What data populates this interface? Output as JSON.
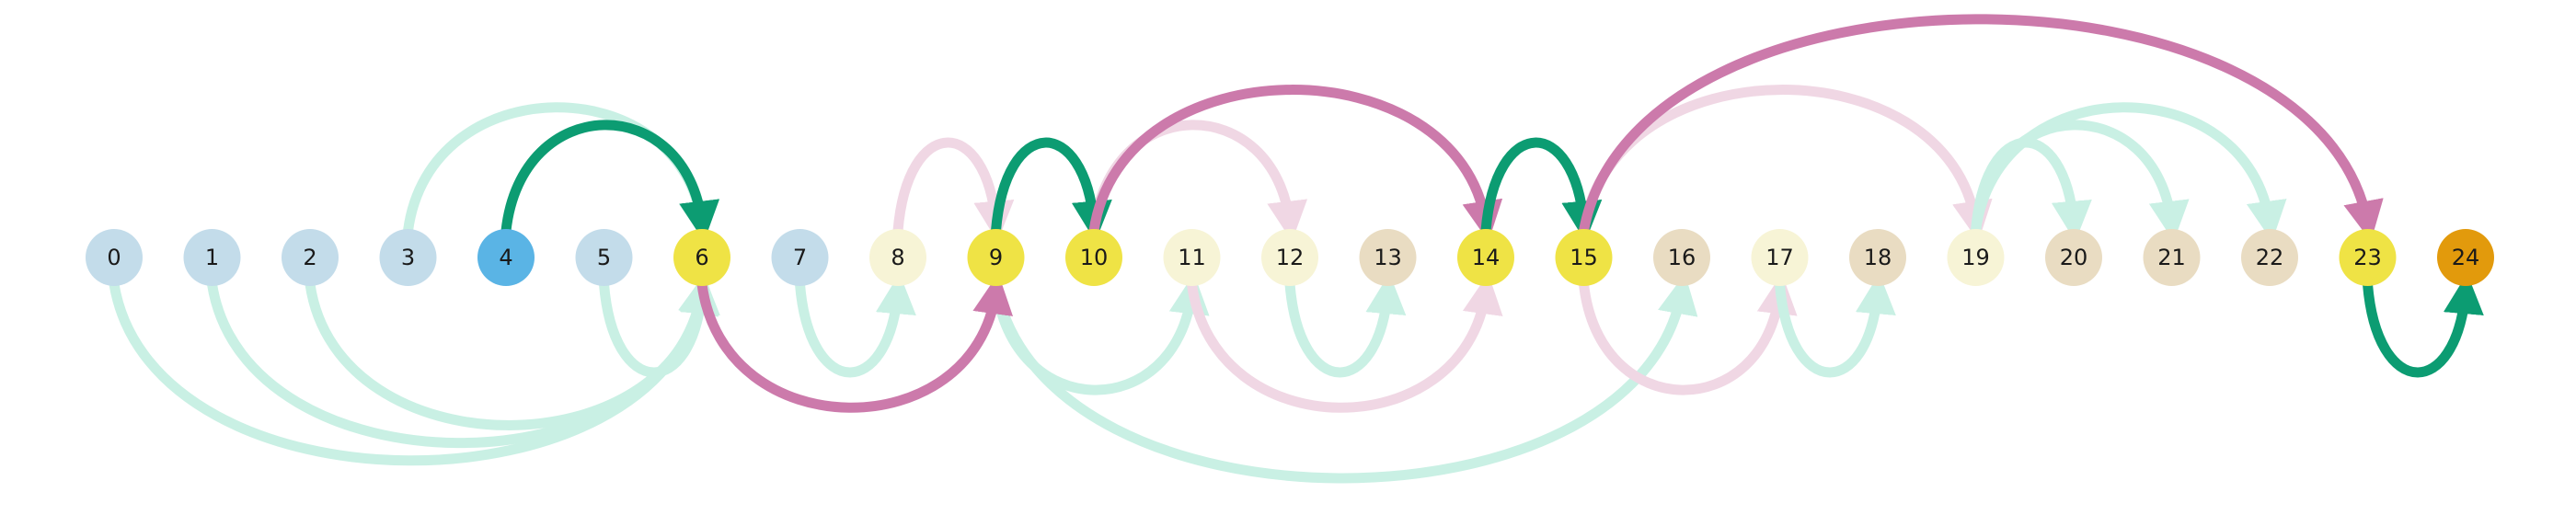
{
  "colors": {
    "node_light_blue": "#c3dcea",
    "node_blue": "#5ab4e5",
    "node_yellow": "#efe345",
    "node_cream": "#f7f4d6",
    "node_tan": "#e9dcc2",
    "node_orange": "#e29a0c",
    "arc_light_green": "#c9f0e4",
    "arc_green": "#0c9c72",
    "arc_pink": "#cc7aab",
    "arc_light_pink": "#f0d7e4"
  },
  "nodes": [
    {
      "label": "0",
      "fill": "node_light_blue"
    },
    {
      "label": "1",
      "fill": "node_light_blue"
    },
    {
      "label": "2",
      "fill": "node_light_blue"
    },
    {
      "label": "3",
      "fill": "node_light_blue"
    },
    {
      "label": "4",
      "fill": "node_blue"
    },
    {
      "label": "5",
      "fill": "node_light_blue"
    },
    {
      "label": "6",
      "fill": "node_yellow"
    },
    {
      "label": "7",
      "fill": "node_light_blue"
    },
    {
      "label": "8",
      "fill": "node_cream"
    },
    {
      "label": "9",
      "fill": "node_yellow"
    },
    {
      "label": "10",
      "fill": "node_yellow"
    },
    {
      "label": "11",
      "fill": "node_cream"
    },
    {
      "label": "12",
      "fill": "node_cream"
    },
    {
      "label": "13",
      "fill": "node_tan"
    },
    {
      "label": "14",
      "fill": "node_yellow"
    },
    {
      "label": "15",
      "fill": "node_yellow"
    },
    {
      "label": "16",
      "fill": "node_tan"
    },
    {
      "label": "17",
      "fill": "node_cream"
    },
    {
      "label": "18",
      "fill": "node_tan"
    },
    {
      "label": "19",
      "fill": "node_cream"
    },
    {
      "label": "20",
      "fill": "node_tan"
    },
    {
      "label": "21",
      "fill": "node_tan"
    },
    {
      "label": "22",
      "fill": "node_tan"
    },
    {
      "label": "23",
      "fill": "node_yellow"
    },
    {
      "label": "24",
      "fill": "node_orange"
    }
  ],
  "edges": [
    {
      "from": 0,
      "to": 6,
      "side": "below",
      "style": "light_green"
    },
    {
      "from": 1,
      "to": 6,
      "side": "below",
      "style": "light_green"
    },
    {
      "from": 2,
      "to": 6,
      "side": "below",
      "style": "light_green"
    },
    {
      "from": 5,
      "to": 6,
      "side": "below",
      "style": "light_green"
    },
    {
      "from": 3,
      "to": 6,
      "side": "above",
      "style": "light_green"
    },
    {
      "from": 4,
      "to": 6,
      "side": "above",
      "style": "green"
    },
    {
      "from": 6,
      "to": 9,
      "side": "below",
      "style": "pink"
    },
    {
      "from": 7,
      "to": 8,
      "side": "below",
      "style": "light_green"
    },
    {
      "from": 8,
      "to": 9,
      "side": "above",
      "style": "light_pink"
    },
    {
      "from": 9,
      "to": 10,
      "side": "above",
      "style": "green"
    },
    {
      "from": 9,
      "to": 11,
      "side": "below",
      "style": "light_green"
    },
    {
      "from": 9,
      "to": 16,
      "side": "below",
      "style": "light_green"
    },
    {
      "from": 10,
      "to": 12,
      "side": "above",
      "style": "light_pink"
    },
    {
      "from": 10,
      "to": 14,
      "side": "above",
      "style": "pink"
    },
    {
      "from": 11,
      "to": 14,
      "side": "below",
      "style": "light_pink"
    },
    {
      "from": 12,
      "to": 13,
      "side": "below",
      "style": "light_green"
    },
    {
      "from": 14,
      "to": 15,
      "side": "above",
      "style": "green"
    },
    {
      "from": 15,
      "to": 19,
      "side": "above",
      "style": "light_pink"
    },
    {
      "from": 15,
      "to": 23,
      "side": "above",
      "style": "pink"
    },
    {
      "from": 15,
      "to": 17,
      "side": "below",
      "style": "light_pink"
    },
    {
      "from": 17,
      "to": 18,
      "side": "below",
      "style": "light_green"
    },
    {
      "from": 19,
      "to": 20,
      "side": "above",
      "style": "light_green"
    },
    {
      "from": 19,
      "to": 21,
      "side": "above",
      "style": "light_green"
    },
    {
      "from": 19,
      "to": 22,
      "side": "above",
      "style": "light_green"
    },
    {
      "from": 23,
      "to": 24,
      "side": "below",
      "style": "green"
    }
  ]
}
